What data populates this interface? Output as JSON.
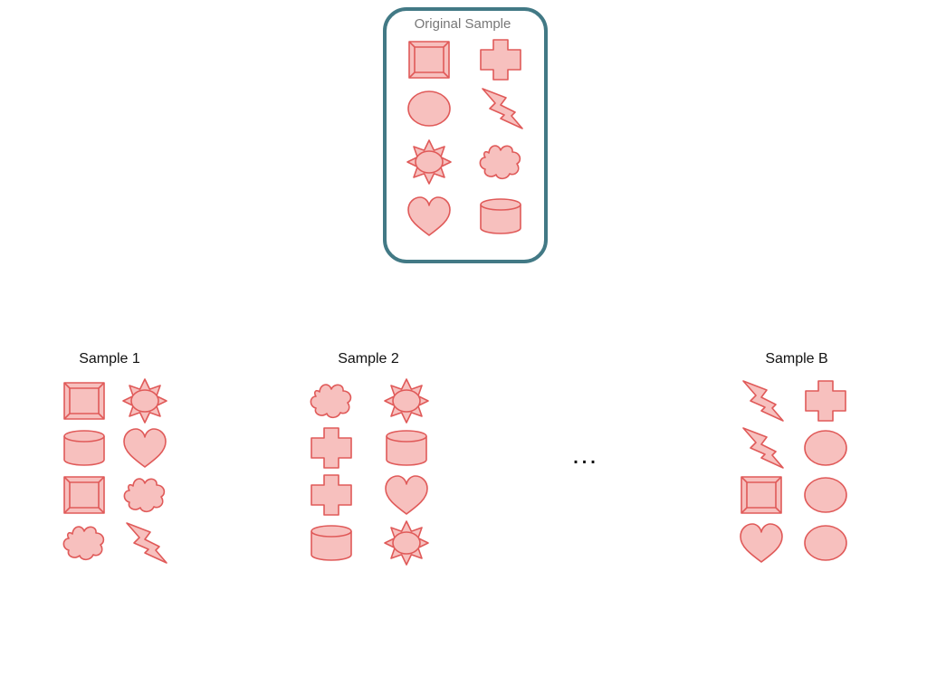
{
  "style": {
    "shape_fill": "#f7c0be",
    "shape_stroke": "#e05a59",
    "frame_color": "#427985"
  },
  "original": {
    "title": "Original Sample",
    "shapes": [
      "bevel",
      "cross",
      "ellipse",
      "lightning",
      "sun",
      "cloud",
      "heart",
      "cylinder"
    ]
  },
  "samples": [
    {
      "title": "Sample 1",
      "shapes": [
        "bevel",
        "sun",
        "cylinder",
        "heart",
        "bevel",
        "cloud",
        "cloud",
        "lightning"
      ]
    },
    {
      "title": "Sample 2",
      "shapes": [
        "cloud",
        "sun",
        "cross",
        "cylinder",
        "cross",
        "heart",
        "cylinder",
        "sun"
      ]
    },
    {
      "title": "Sample B",
      "shapes": [
        "lightning",
        "cross",
        "lightning",
        "ellipse",
        "bevel",
        "ellipse",
        "heart",
        "ellipse"
      ]
    }
  ],
  "ellipsis": "…"
}
